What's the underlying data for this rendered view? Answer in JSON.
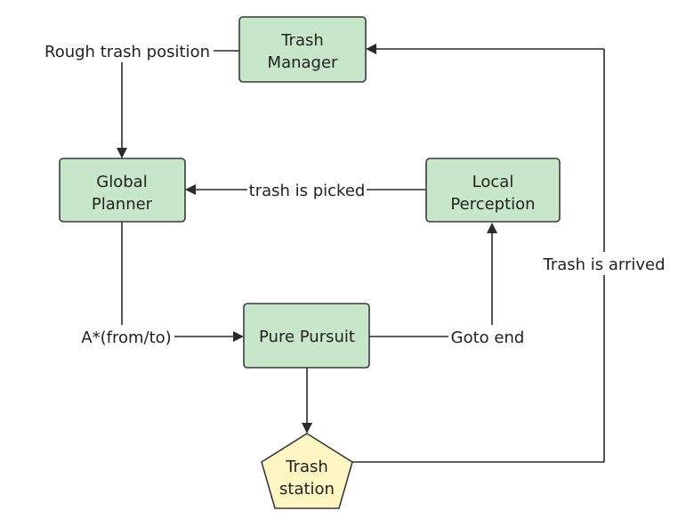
{
  "nodes": {
    "trash_manager": {
      "line1": "Trash",
      "line2": "Manager"
    },
    "global_planner": {
      "line1": "Global",
      "line2": "Planner"
    },
    "local_perception": {
      "line1": "Local",
      "line2": "Perception"
    },
    "pure_pursuit": {
      "label": "Pure Pursuit"
    },
    "trash_station": {
      "line1": "Trash",
      "line2": "station"
    }
  },
  "edges": {
    "rough_trash_position": "Rough trash position",
    "trash_is_picked": "trash is picked",
    "astar": "A*(from/to)",
    "goto_end": "Goto end",
    "trash_is_arrived": "Trash is arrived"
  },
  "colors": {
    "process_fill": "#c8e6c9",
    "terminal_fill": "#fdf6c3",
    "stroke": "#3a3a3a"
  }
}
